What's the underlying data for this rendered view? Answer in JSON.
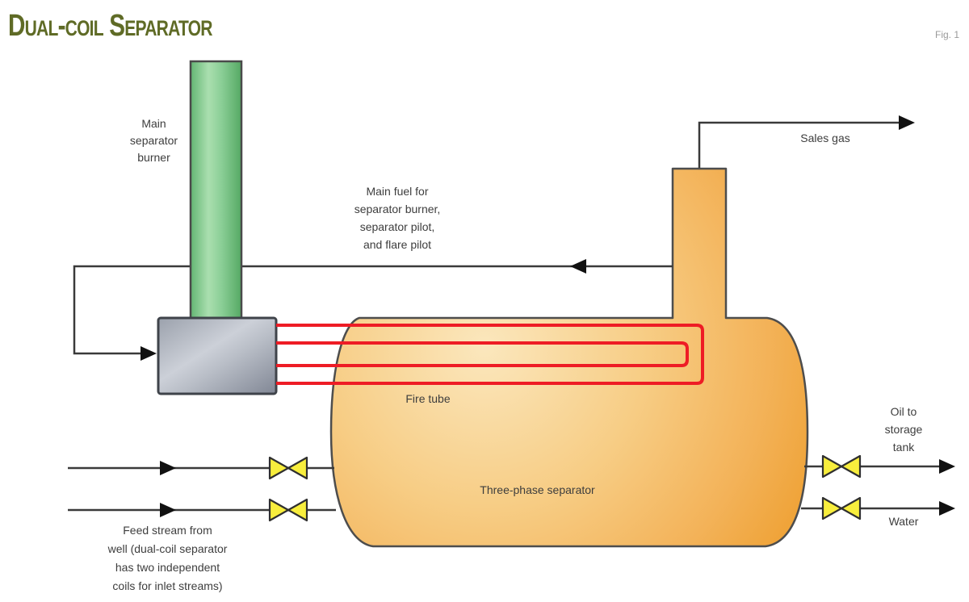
{
  "title": "Dual-coil Separator",
  "figure_label": "Fig. 1",
  "labels": {
    "main_separator_burner": "Main\nseparator\nburner",
    "main_fuel": "Main fuel for\nseparator burner,\nseparator pilot,\nand flare pilot",
    "sales_gas": "Sales gas",
    "fire_tube": "Fire tube",
    "three_phase_separator": "Three-phase separator",
    "feed_stream": "Feed stream from\nwell (dual-coil separator\nhas two independent\ncoils for inlet streams)",
    "oil_to_storage": "Oil to\nstorage\ntank",
    "water": "Water"
  },
  "colors": {
    "title_olive": "#5f6b26",
    "figure_gray": "#9a9a9a",
    "label_text": "#3d3d3d",
    "pipe_line": "#3a3a3a",
    "coil_red": "#ee1c25",
    "valve_yellow": "#f8ee3d",
    "valve_outline": "#2f2f2f",
    "stack_green_light": "#aadfaf",
    "stack_green_dark": "#55a964",
    "burner_gray_light": "#ccd0d8",
    "burner_gray_dark": "#818795",
    "vessel_orange_light": "#fbe7bd",
    "vessel_orange_dark": "#efa338"
  }
}
